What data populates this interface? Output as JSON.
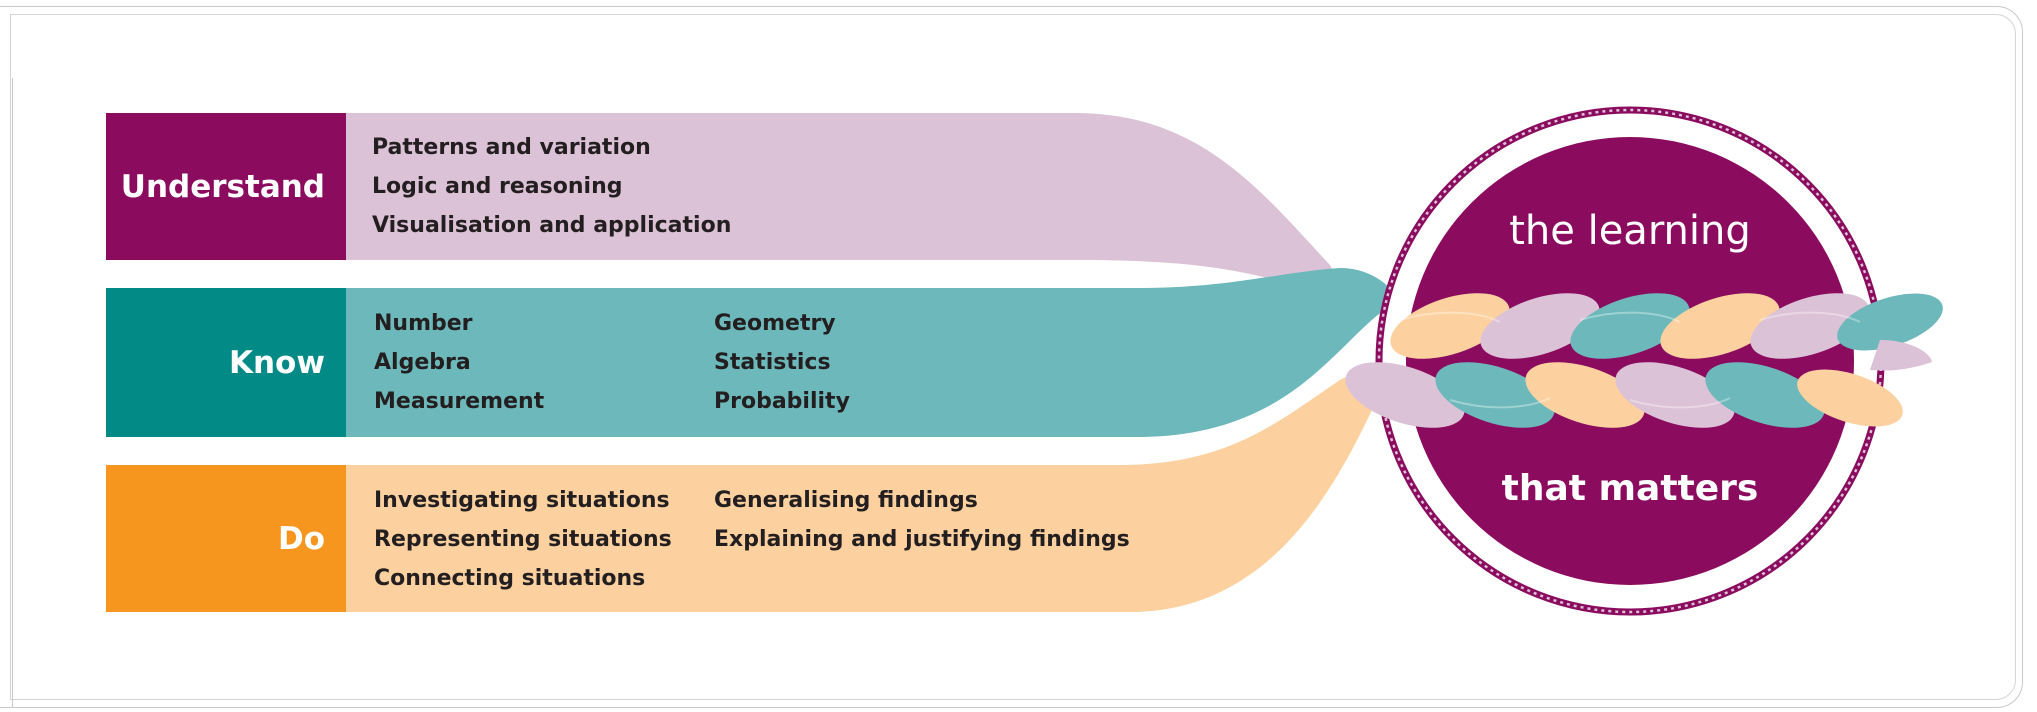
{
  "colors": {
    "understand_dark": "#8b0b5f",
    "understand_light": "#dcc2d6",
    "know_dark": "#028a86",
    "know_light": "#6cb8ba",
    "do_dark": "#f6961e",
    "do_light": "#fcd19f",
    "circle": "#8b0b5f",
    "frame": "#c8c8c8"
  },
  "strands": [
    {
      "id": "understand",
      "label": "Understand",
      "columns": [
        [
          "Patterns and variation",
          "Logic and reasoning",
          "Visualisation and application"
        ]
      ]
    },
    {
      "id": "know",
      "label": "Know",
      "columns": [
        [
          "Number",
          "Algebra",
          "Measurement"
        ],
        [
          "Geometry",
          "Statistics",
          "Probability"
        ]
      ]
    },
    {
      "id": "do",
      "label": "Do",
      "columns": [
        [
          "Investigating situations",
          "Representing situations",
          "Connecting situations"
        ],
        [
          "Generalising findings",
          "Explaining and justifying findings"
        ]
      ]
    }
  ],
  "circle": {
    "top_text": "the learning",
    "bottom_text": "that matters"
  }
}
